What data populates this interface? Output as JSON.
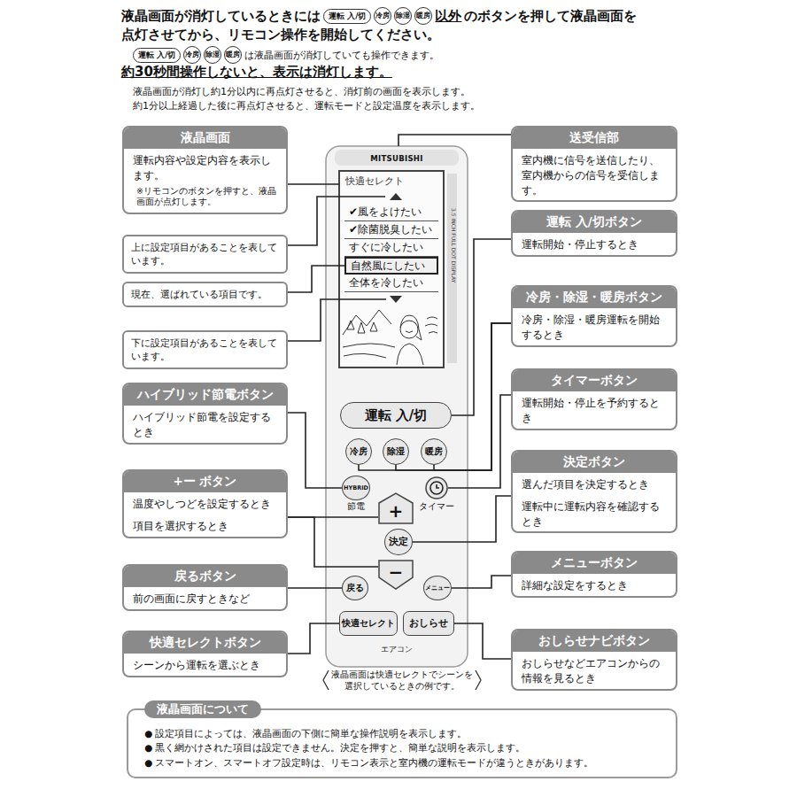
{
  "diagram": {
    "nodes": [
      {
        "text": [
          "液晶画面",
          "運転内容や設定内容を表示します。",
          "※リモコンのボタンを押すと、液晶画面が点灯します。"
        ]
      },
      {
        "text": [
          "上に設定項目があることを表しています。"
        ]
      },
      {
        "text": [
          "現在、選ばれている項目です。"
        ]
      },
      {
        "text": [
          "下に設定項目があることを表しています。"
        ]
      },
      {
        "text": [
          "ハイブリッド節電ボタン",
          "ハイブリッド節電を設定するとき"
        ]
      },
      {
        "text": [
          "+ー ボタン",
          "温度やしつどを設定するとき",
          "項目を選択するとき"
        ]
      },
      {
        "text": [
          "戻るボタン",
          "前の画面に戻すときなど"
        ]
      },
      {
        "text": [
          "快適セレクトボタン",
          "シーンから運転を選ぶとき"
        ]
      },
      {
        "text": [
          "MITSUBISHI",
          "3.5 INCH FULL DOT DISPLAY",
          "エアコン"
        ]
      },
      {
        "text": [
          "快適セレクト"
        ],
        "in": 8
      },
      {
        "text": [
          "✔風をよけたい"
        ],
        "in": 9
      },
      {
        "text": [
          "✔除菌脱臭したい"
        ],
        "in": 9
      },
      {
        "text": [
          "すぐに冷したい"
        ],
        "in": 9
      },
      {
        "text": [
          "自然風にしたい"
        ],
        "in": 9
      },
      {
        "text": [
          "全体を冷したい"
        ],
        "in": 9
      },
      {
        "text": [
          "運転 入/切"
        ],
        "in": 8
      },
      {
        "text": [
          "冷房"
        ],
        "in": 8
      },
      {
        "text": [
          "除湿"
        ],
        "in": 8
      },
      {
        "text": [
          "暖房"
        ],
        "in": 8
      },
      {
        "text": [
          "HYBRID",
          "節電"
        ],
        "in": 8
      },
      {
        "text": [
          "+"
        ],
        "in": 8
      },
      {
        "text": [
          "タイマー"
        ],
        "in": 8
      },
      {
        "text": [
          "決定"
        ],
        "in": 8
      },
      {
        "text": [
          "−"
        ],
        "in": 8
      },
      {
        "text": [
          "戻る"
        ],
        "in": 8
      },
      {
        "text": [
          "メニュー"
        ],
        "in": 8
      },
      {
        "text": [
          "快適セレクト"
        ],
        "in": 8
      },
      {
        "text": [
          "おしらせ"
        ],
        "in": 8
      },
      {
        "text": [
          "送受信部",
          "室内機に信号を送信したり、室内機からの信号を受信します。"
        ]
      },
      {
        "text": [
          "運転 入/切ボタン",
          "運転開始・停止するとき"
        ]
      },
      {
        "text": [
          "冷房・除湿・暖房ボタン",
          "冷房・除湿・暖房運転を開始するとき"
        ]
      },
      {
        "text": [
          "タイマーボタン",
          "運転開始・停止を予約するとき"
        ]
      },
      {
        "text": [
          "決定ボタン",
          "選んだ項目を決定するとき",
          "運転中に運転内容を確認するとき"
        ]
      },
      {
        "text": [
          "メニューボタン",
          "詳細な設定をするとき"
        ]
      },
      {
        "text": [
          "おしらせナビボタン",
          "おしらせなどエアコンからの情報を見るとき"
        ]
      },
      {
        "text": [
          "液晶画面について",
          "● 設定項目によっては、液晶画面の下側に簡単な操作説明を表示します。",
          "● 黒く網かけされた項目は設定できません。決定を押すと、簡単な説明を表示します。",
          "● スマートオン、スマートオフ設定時は、リモコン表示と室内機の運転モードが違うときがあります。"
        ]
      }
    ],
    "edges": [
      {
        "from": 0,
        "to": 9,
        "arrow": "none"
      },
      {
        "from": 2,
        "to": 13,
        "arrow": "none"
      },
      {
        "from": 4,
        "to": 19,
        "arrow": "none"
      },
      {
        "from": 5,
        "to": 20,
        "arrow": "none"
      },
      {
        "from": 5,
        "to": 23,
        "arrow": "none"
      },
      {
        "from": 6,
        "to": 24,
        "arrow": "none"
      },
      {
        "from": 7,
        "to": 26,
        "arrow": "none"
      },
      {
        "from": 28,
        "to": 8,
        "arrow": "none"
      },
      {
        "from": 29,
        "to": 15,
        "arrow": "none"
      },
      {
        "from": 30,
        "to": 16,
        "arrow": "none"
      },
      {
        "from": 30,
        "to": 17,
        "arrow": "none"
      },
      {
        "from": 30,
        "to": 18,
        "arrow": "none"
      },
      {
        "from": 31,
        "to": 21,
        "arrow": "none"
      },
      {
        "from": 32,
        "to": 22,
        "arrow": "none"
      },
      {
        "from": 33,
        "to": 25,
        "arrow": "none"
      },
      {
        "from": 34,
        "to": 27,
        "arrow": "none"
      }
    ],
    "labels": [
      "液晶画面が消灯しているときには",
      "運転 入/切",
      "冷房",
      "除湿",
      "暖房",
      "以外",
      "のボタンを押して液晶画面を",
      "点灯させてから、リモコン操作を開始してください。",
      "運転 入/切",
      "冷房",
      "除湿",
      "暖房",
      "は液晶画面が消灯していても操作できます。",
      "約30秒間操作しないと、表示は消灯します。",
      "液晶画面が消灯し約1分以内に再点灯させると、消灯前の画面を表示します。",
      "約1分以上経過した後に再点灯させると、運転モードと設定温度を表示します。",
      "液晶画面は快適セレクトでシーンを選択しているときの例です。"
    ]
  }
}
